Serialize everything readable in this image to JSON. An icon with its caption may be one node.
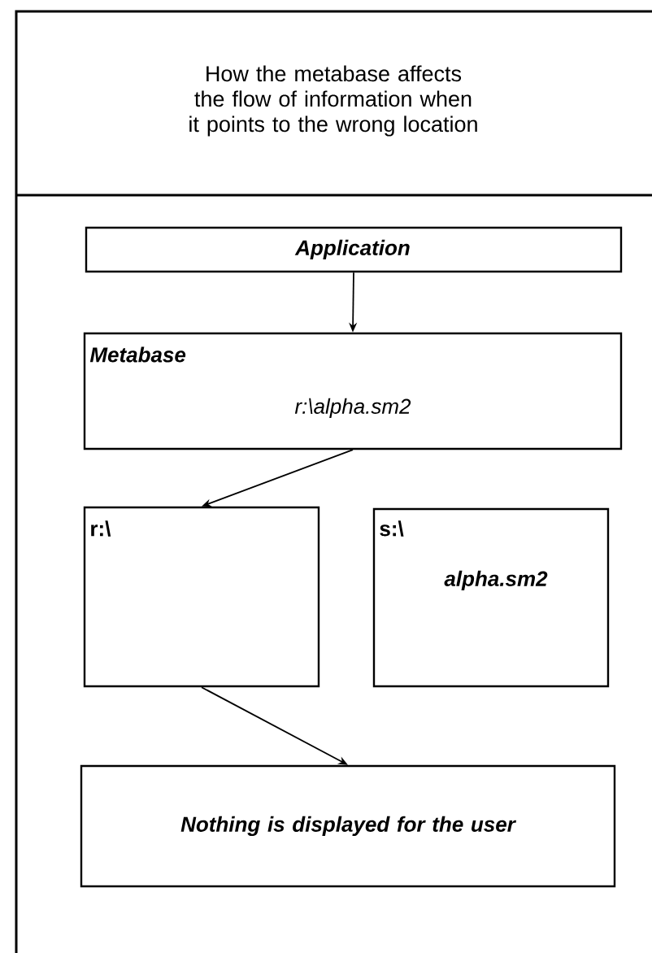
{
  "diagram": {
    "title": "How the metabase affects the flow of information when it points to the wrong location",
    "nodes": [
      {
        "text": [
          "Application"
        ]
      },
      {
        "text": [
          "Metabase",
          "r:\\alpha.sm2"
        ]
      },
      {
        "text": [
          "r:\\"
        ]
      },
      {
        "text": [
          "s:\\",
          "alpha.sm2"
        ]
      },
      {
        "text": [
          "Nothing is displayed for the user"
        ]
      }
    ],
    "edges": [
      {
        "from": 0,
        "to": 1,
        "arrow": "to"
      },
      {
        "from": 1,
        "to": 2,
        "arrow": "to"
      },
      {
        "from": 2,
        "to": 4,
        "arrow": "to"
      }
    ]
  }
}
